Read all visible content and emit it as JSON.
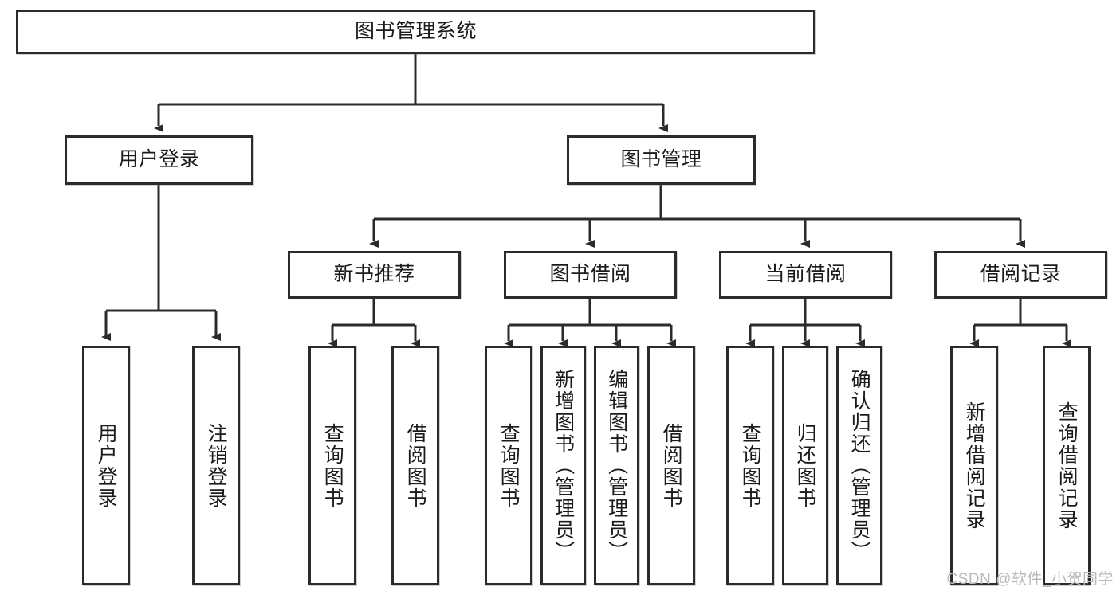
{
  "diagram": {
    "title": "图书管理系统",
    "watermark": "CSDN @软件_小贺同学",
    "accent_color": "#2b2b2b",
    "background_color": "#ffffff",
    "root": {
      "label": "图书管理系统"
    },
    "level2": [
      {
        "label": "用户登录"
      },
      {
        "label": "图书管理"
      }
    ],
    "level3": [
      {
        "label": "新书推荐"
      },
      {
        "label": "图书借阅"
      },
      {
        "label": "当前借阅"
      },
      {
        "label": "借阅记录"
      }
    ],
    "leaves": {
      "user_login": [
        {
          "label": "用户登录"
        },
        {
          "label": "注销登录"
        }
      ],
      "new_book_recommend": [
        {
          "label": "查询图书"
        },
        {
          "label": "借阅图书"
        }
      ],
      "book_borrow": [
        {
          "label": "查询图书"
        },
        {
          "label": "新增图书（管理员）"
        },
        {
          "label": "编辑图书（管理员）"
        },
        {
          "label": "借阅图书"
        }
      ],
      "current_borrow": [
        {
          "label": "查询图书"
        },
        {
          "label": "归还图书"
        },
        {
          "label": "确认归还（管理员）"
        }
      ],
      "borrow_record": [
        {
          "label": "新增借阅记录"
        },
        {
          "label": "查询借阅记录"
        }
      ]
    }
  }
}
